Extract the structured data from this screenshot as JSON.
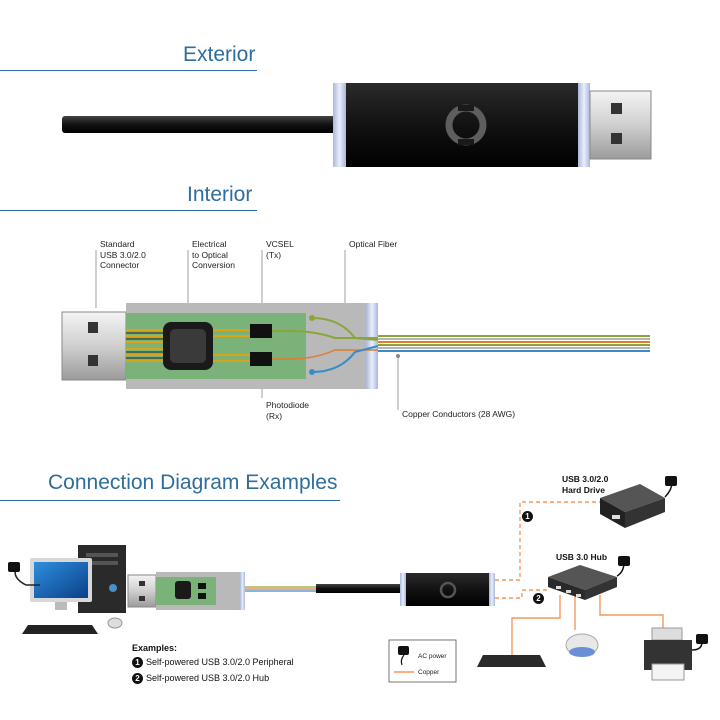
{
  "sections": {
    "exterior": "Exterior",
    "interior": "Interior",
    "connection": "Connection Diagram Examples"
  },
  "interior_labels": {
    "standard_connector": "Standard\nUSB 3.0/2.0\nConnector",
    "electrical_optical": "Electrical\nto Optical\nConversion",
    "vcsel": "VCSEL\n(Tx)",
    "optical_fiber": "Optical Fiber",
    "photodiode": "Photodiode\n(Rx)",
    "copper_conductors": "Copper Conductors (28 AWG)"
  },
  "devices": {
    "hard_drive": "USB 3.0/2.0\nHard Drive",
    "hub": "USB 3.0 Hub"
  },
  "markers": {
    "one": "1",
    "two": "2"
  },
  "examples": {
    "title": "Examples:",
    "items": [
      {
        "num": "1",
        "text": "Self-powered USB 3.0/2.0 Peripheral"
      },
      {
        "num": "2",
        "text": "Self-powered USB 3.0/2.0 Hub"
      }
    ]
  },
  "legend": {
    "ac_power": "AC power",
    "copper": "Copper"
  },
  "colors": {
    "heading": "#2f6e9c",
    "copper_line": "#f29a5a",
    "fiber_green": "#8aa63a",
    "fiber_blue": "#3a8cc8",
    "pcb": "#7ab27a"
  }
}
